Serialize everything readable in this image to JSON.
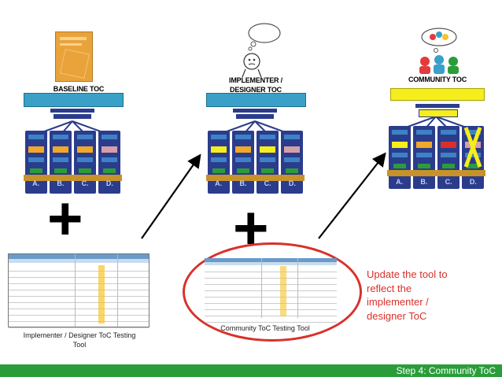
{
  "tocs": [
    {
      "title": "BASELINE TOC",
      "columns": [
        "A.",
        "B.",
        "C.",
        "D."
      ]
    },
    {
      "title_line1": "IMPLEMENTER /",
      "title_line2": "DESIGNER TOC",
      "columns": [
        "A.",
        "B.",
        "C.",
        "D."
      ]
    },
    {
      "title": "COMMUNITY TOC",
      "columns": [
        "A.",
        "B.",
        "C.",
        "D."
      ]
    }
  ],
  "plus_sign": "+",
  "captions": {
    "implementer_tool_line1": "Implementer  / Designer ToC Testing",
    "implementer_tool_line2": "Tool",
    "community_tool": "Community  ToC Testing  Tool"
  },
  "note": {
    "line1": "Update the tool to",
    "line2": "reflect the",
    "line3": "implementer /",
    "line4": "designer ToC"
  },
  "footer": {
    "text": "Step 4: Community  ToC"
  },
  "colors": {
    "navy": "#2b3c8c",
    "teal": "#3aa0c8",
    "blue_box": "#3d82c4",
    "gold": "#c8922a",
    "green": "#2a9d3a",
    "yellow": "#f5ee1a",
    "red": "#d9302a",
    "pink": "#d4a0a8"
  }
}
